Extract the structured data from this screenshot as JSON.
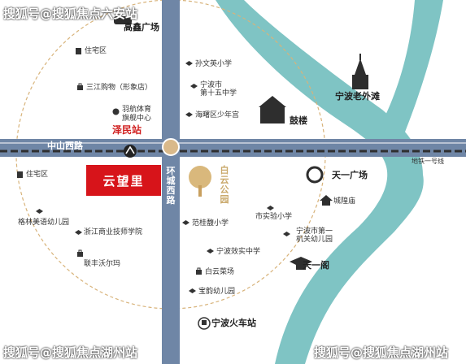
{
  "watermarks": {
    "top_left": "搜狐号@搜狐焦点六安站",
    "bottom_left": "搜狐号@搜狐焦点湖州站",
    "bottom_right": "搜狐号@搜狐焦点湖州站"
  },
  "roads": {
    "zhongshan_west": "中山西路",
    "huancheng_west": "环城西路",
    "metro_line": "地铁一号线"
  },
  "stations": {
    "zemin": "泽民站",
    "ningbo_railway": "宁波火车站"
  },
  "project": {
    "name": "云望里"
  },
  "park": {
    "name": "白云公园"
  },
  "pois": {
    "gaoxin_plaza": "高鑫广场",
    "residential_nw": "住宅区",
    "sanjiang": "三江购物（形象店）",
    "yuhang_1": "羽航体育",
    "yuhang_2": "旗舰中心",
    "residential_w": "住宅区",
    "gelin": "格林美语幼儿园",
    "zhejiang_tech": "浙江商业技师学院",
    "walmart": "联丰沃尔玛",
    "sunwenying": "孙文英小学",
    "no15_1": "宁波市",
    "no15_2": "第十五中学",
    "haishu_youth": "海曙区少年宫",
    "old_bund": "宁波老外滩",
    "drum_tower": "鼓楼",
    "tianyi_plaza": "天一广场",
    "city_god_temple": "城隍庙",
    "shiyan_primary": "市实验小学",
    "no1_kg_1": "宁波市第一",
    "no1_kg_2": "机关幼儿园",
    "fanguixiu": "范桂馥小学",
    "xiaoshi": "宁波效实中学",
    "baiyun_market": "白云菜场",
    "baoyun_kg": "宝韵幼儿园",
    "tianyi_pavilion": "天一阁"
  },
  "colors": {
    "river": "#7fc4c4",
    "road": "#6f86a6",
    "rail": "#3e3e3e",
    "accent_red": "#d7141a",
    "park_gold": "#c9a86a",
    "circle_dash": "#d8b37a"
  }
}
